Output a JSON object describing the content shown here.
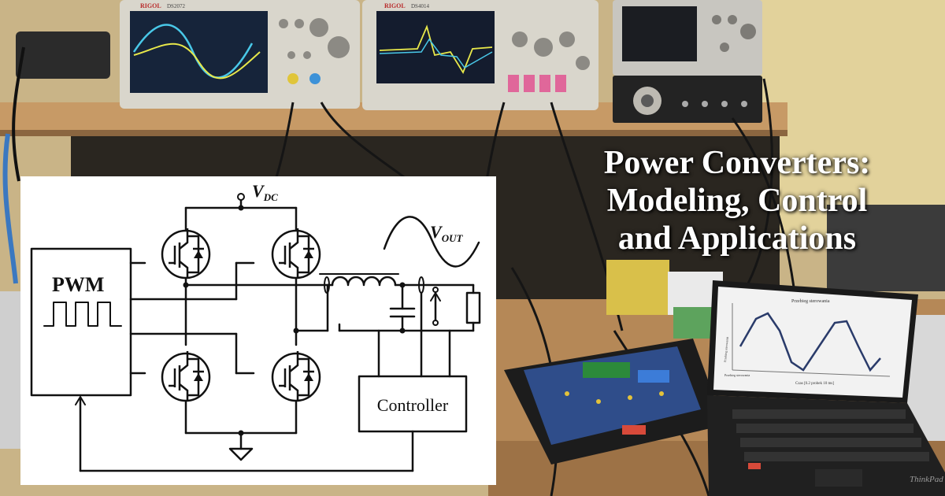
{
  "headline": {
    "line1": "Power Converters:",
    "line2": "Modeling, Control",
    "line3": "and Applications"
  },
  "diagram": {
    "pwm_label": "PWM",
    "vdc_main": "V",
    "vdc_sub": "DC",
    "vout_main": "V",
    "vout_sub": "OUT",
    "controller_label": "Controller"
  },
  "equipment": {
    "scope1_brand": "RIGOL",
    "scope1_model": "DS2072",
    "scope2_brand": "RIGOL",
    "scope2_model": "DS4014",
    "laptop_plot_title": "Przebieg sterowania",
    "laptop_xlabel": "Czas [0.2 probek 10 ms]",
    "laptop_ylabel": "Przebieg sterowania",
    "laptop_legend": "Przebieg sterowania",
    "laptop_brand": "ThinkPad"
  },
  "colors": {
    "scope_trace_yellow": "#e8e84a",
    "scope_trace_cyan": "#49c8e8",
    "scope_body": "#d9d6cc",
    "desk_wood": "#c49a6c",
    "headline_text": "#ffffff"
  }
}
